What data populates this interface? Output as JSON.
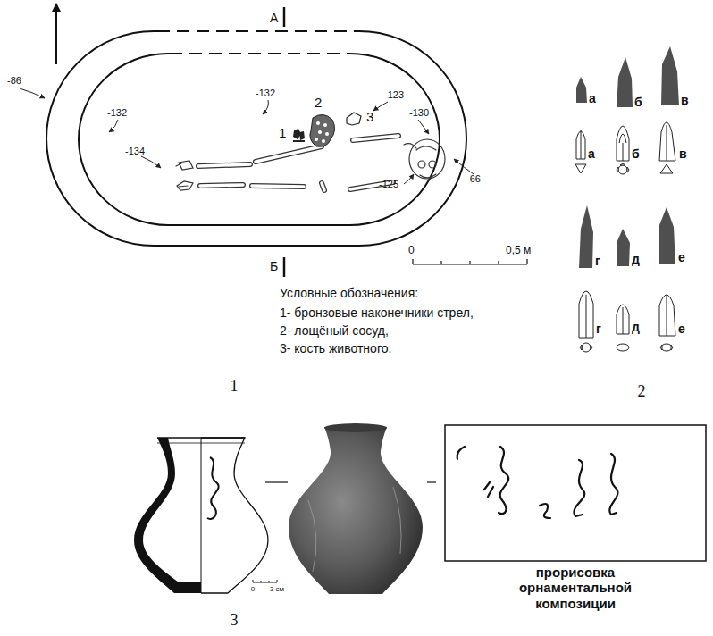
{
  "diagram": {
    "labels": [
      "А",
      "Б",
      "-86",
      "-132",
      "-132",
      "-134",
      "-123",
      "-130",
      "-125",
      "-66",
      "1",
      "2",
      "3",
      "0",
      "0,5 м",
      "Условные обозначения:",
      "1",
      "а",
      "б",
      "в",
      "а",
      "б",
      "в",
      "г",
      "д",
      "е",
      "г",
      "д",
      "е",
      "2",
      "0",
      "3 см",
      "прорисовка орнаментальной композиции",
      "3"
    ],
    "legend": [
      {
        "text": "1- бронзовые наконечники стрел,"
      },
      {
        "text": "2- лощёный сосуд,"
      },
      {
        "text": "3- кость животного."
      }
    ]
  }
}
